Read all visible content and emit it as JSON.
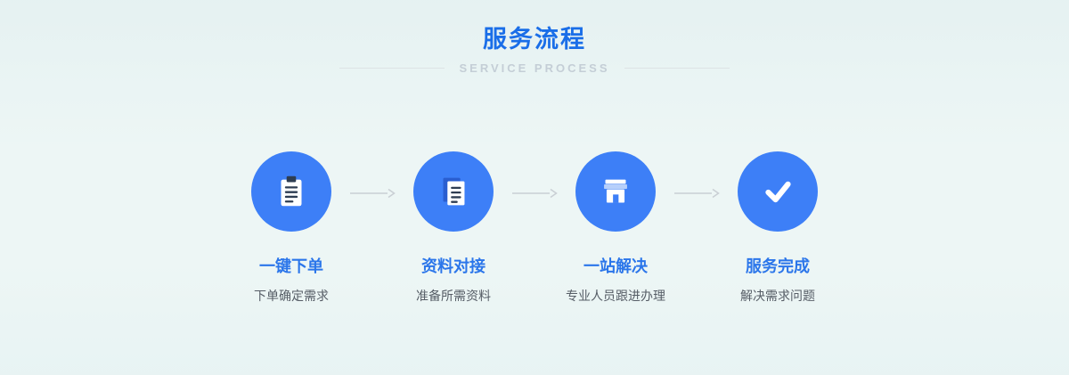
{
  "header": {
    "title": "服务流程",
    "subtitle": "SERVICE PROCESS"
  },
  "steps": [
    {
      "icon": "clipboard-icon",
      "title": "一键下单",
      "description": "下单确定需求"
    },
    {
      "icon": "documents-icon",
      "title": "资料对接",
      "description": "准备所需资料"
    },
    {
      "icon": "storefront-icon",
      "title": "一站解决",
      "description": "专业人员跟进办理"
    },
    {
      "icon": "checkmark-icon",
      "title": "服务完成",
      "description": "解决需求问题"
    }
  ],
  "colors": {
    "background": "#edf6f5",
    "title_blue": "#1a6ee8",
    "circle_blue": "#3d7ff7",
    "step_title_blue": "#2b76ea",
    "description_gray": "#565d66",
    "subtitle_gray": "#c4ced6",
    "arrow_gray": "#c9cfd4",
    "icon_ink": "#2e3d52",
    "icon_back_sheet": "#2a5ed0",
    "awning_light_blue": "#b7d0fb"
  }
}
